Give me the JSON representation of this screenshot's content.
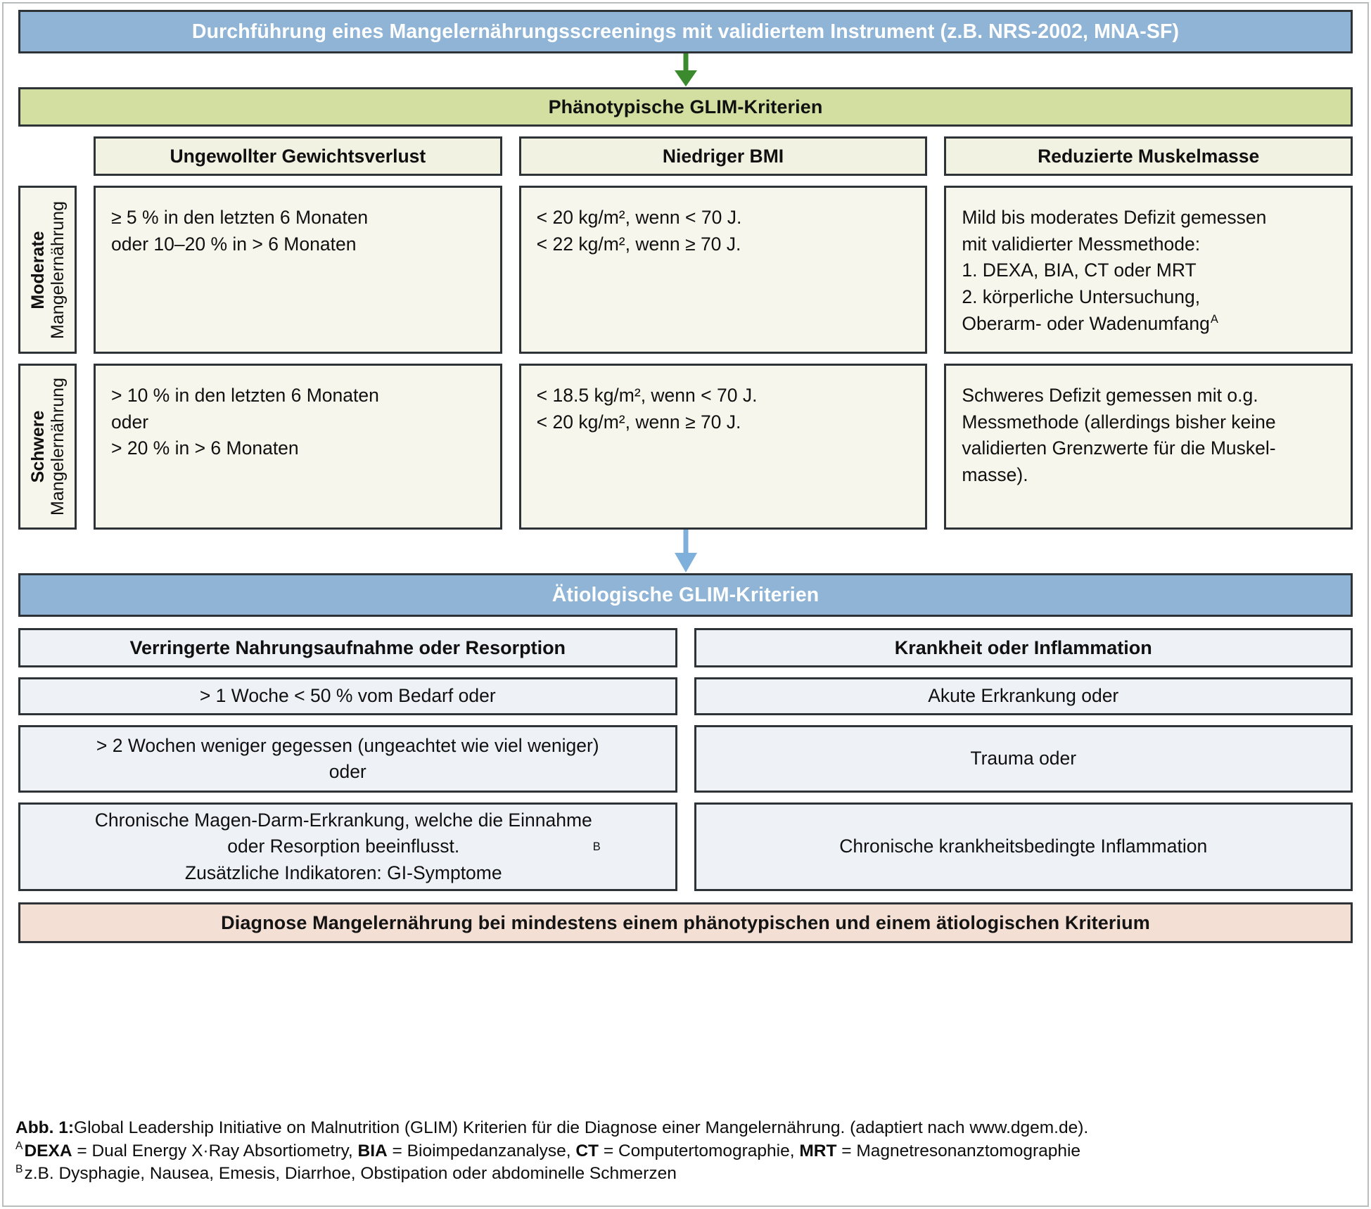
{
  "figure": {
    "screening_banner": "Durchführung eines Mangelernährungsscreenings mit validiertem Instrument (z.B. NRS-2002, MNA-SF)",
    "phenotypic_banner": "Phänotypische GLIM-Kriterien",
    "etiologic_banner": "Ätiologische GLIM-Kriterien",
    "diagnosis_banner": "Diagnose Mangelernährung bei mindestens einem phänotypischen und einem ätiologischen Kriterium"
  },
  "colors": {
    "banner_blue": "#8fb4d6",
    "banner_green": "#d3dfa0",
    "banner_diagnosis": "#f3dfd3",
    "phenotypic_cell": "#f6f6ec",
    "phenotypic_header": "#f2f2e2",
    "etiologic_cell": "#eef2f7",
    "border": "#2d3336",
    "arrow_green": "#3b8b2e",
    "arrow_blue": "#7fb0dc",
    "outer_frame": "#b9bdbe"
  },
  "arrows": {
    "screening_to_phenotypic": "down-arrow-green",
    "phenotypic_to_etiologic": "down-arrow-blue"
  },
  "phenotypic": {
    "columns": [
      "Ungewollter Gewichtsverlust",
      "Niedriger BMI",
      "Reduzierte Muskelmasse"
    ],
    "rows": [
      {
        "label_strong": "Moderate",
        "label_sub": "Mangelernährung",
        "cells": [
          "≥ 5 % in den letzten 6 Monaten\noder 10–20 % in > 6 Monaten",
          "< 20 kg/m², wenn < 70 J.\n< 22 kg/m², wenn ≥ 70 J.",
          "Mild bis moderates Defizit gemessen\nmit validierter Messmethode:\n1. DEXA, BIA, CT oder MRT\n2. körperliche Untersuchung,\n     Oberarm- oder Wadenumfang"
        ],
        "cell_3_superscript": "A"
      },
      {
        "label_strong": "Schwere",
        "label_sub": "Mangelernährung",
        "cells": [
          "> 10 % in den letzten 6 Monaten\noder\n> 20 % in > 6 Monaten",
          "< 18.5 kg/m², wenn < 70 J.\n< 20 kg/m², wenn ≥ 70 J.",
          "Schweres Defizit gemessen mit o.g.\nMessmethode (allerdings bisher keine\nvalidierten Grenzwerte für die Muskel-\nmasse)."
        ]
      }
    ]
  },
  "etiologic": {
    "columns": [
      {
        "header": "Verringerte Nahrungsaufnahme oder Resorption",
        "items": [
          "> 1 Woche < 50 % vom Bedarf oder",
          "> 2 Wochen weniger gegessen (ungeachtet wie viel weniger)\noder",
          "Chronische Magen-Darm-Erkrankung, welche die Einnahme\noder Resorption beeinflusst.\nZusätzliche Indikatoren: GI-Symptome"
        ],
        "item_3_superscript": "B"
      },
      {
        "header": "Krankheit oder Inflammation",
        "items": [
          "Akute Erkrankung oder",
          "Trauma oder",
          "Chronische krankheitsbedingte Inflammation"
        ]
      }
    ]
  },
  "caption": {
    "label": "Abb. 1:",
    "line1": "Global Leadership Initiative on Malnutrition (GLIM) Kriterien für die Diagnose einer Mangelernährung. (adaptiert nach www.dgem.de).",
    "line2_marker": "A",
    "line2_a": "DEXA",
    "line2_b": " = Dual Energy X·Ray Absortiometry, ",
    "line2_c": "BIA",
    "line2_d": " = Bioimpedanzanalyse, ",
    "line2_e": "CT",
    "line2_f": " = Computertomographie, ",
    "line2_g": "MRT",
    "line2_h": " = Magnetresonanztomographie",
    "line3_marker": "B",
    "line3": "z.B. Dysphagie, Nausea, Emesis, Diarrhoe, Obstipation oder abdominelle Schmerzen"
  }
}
